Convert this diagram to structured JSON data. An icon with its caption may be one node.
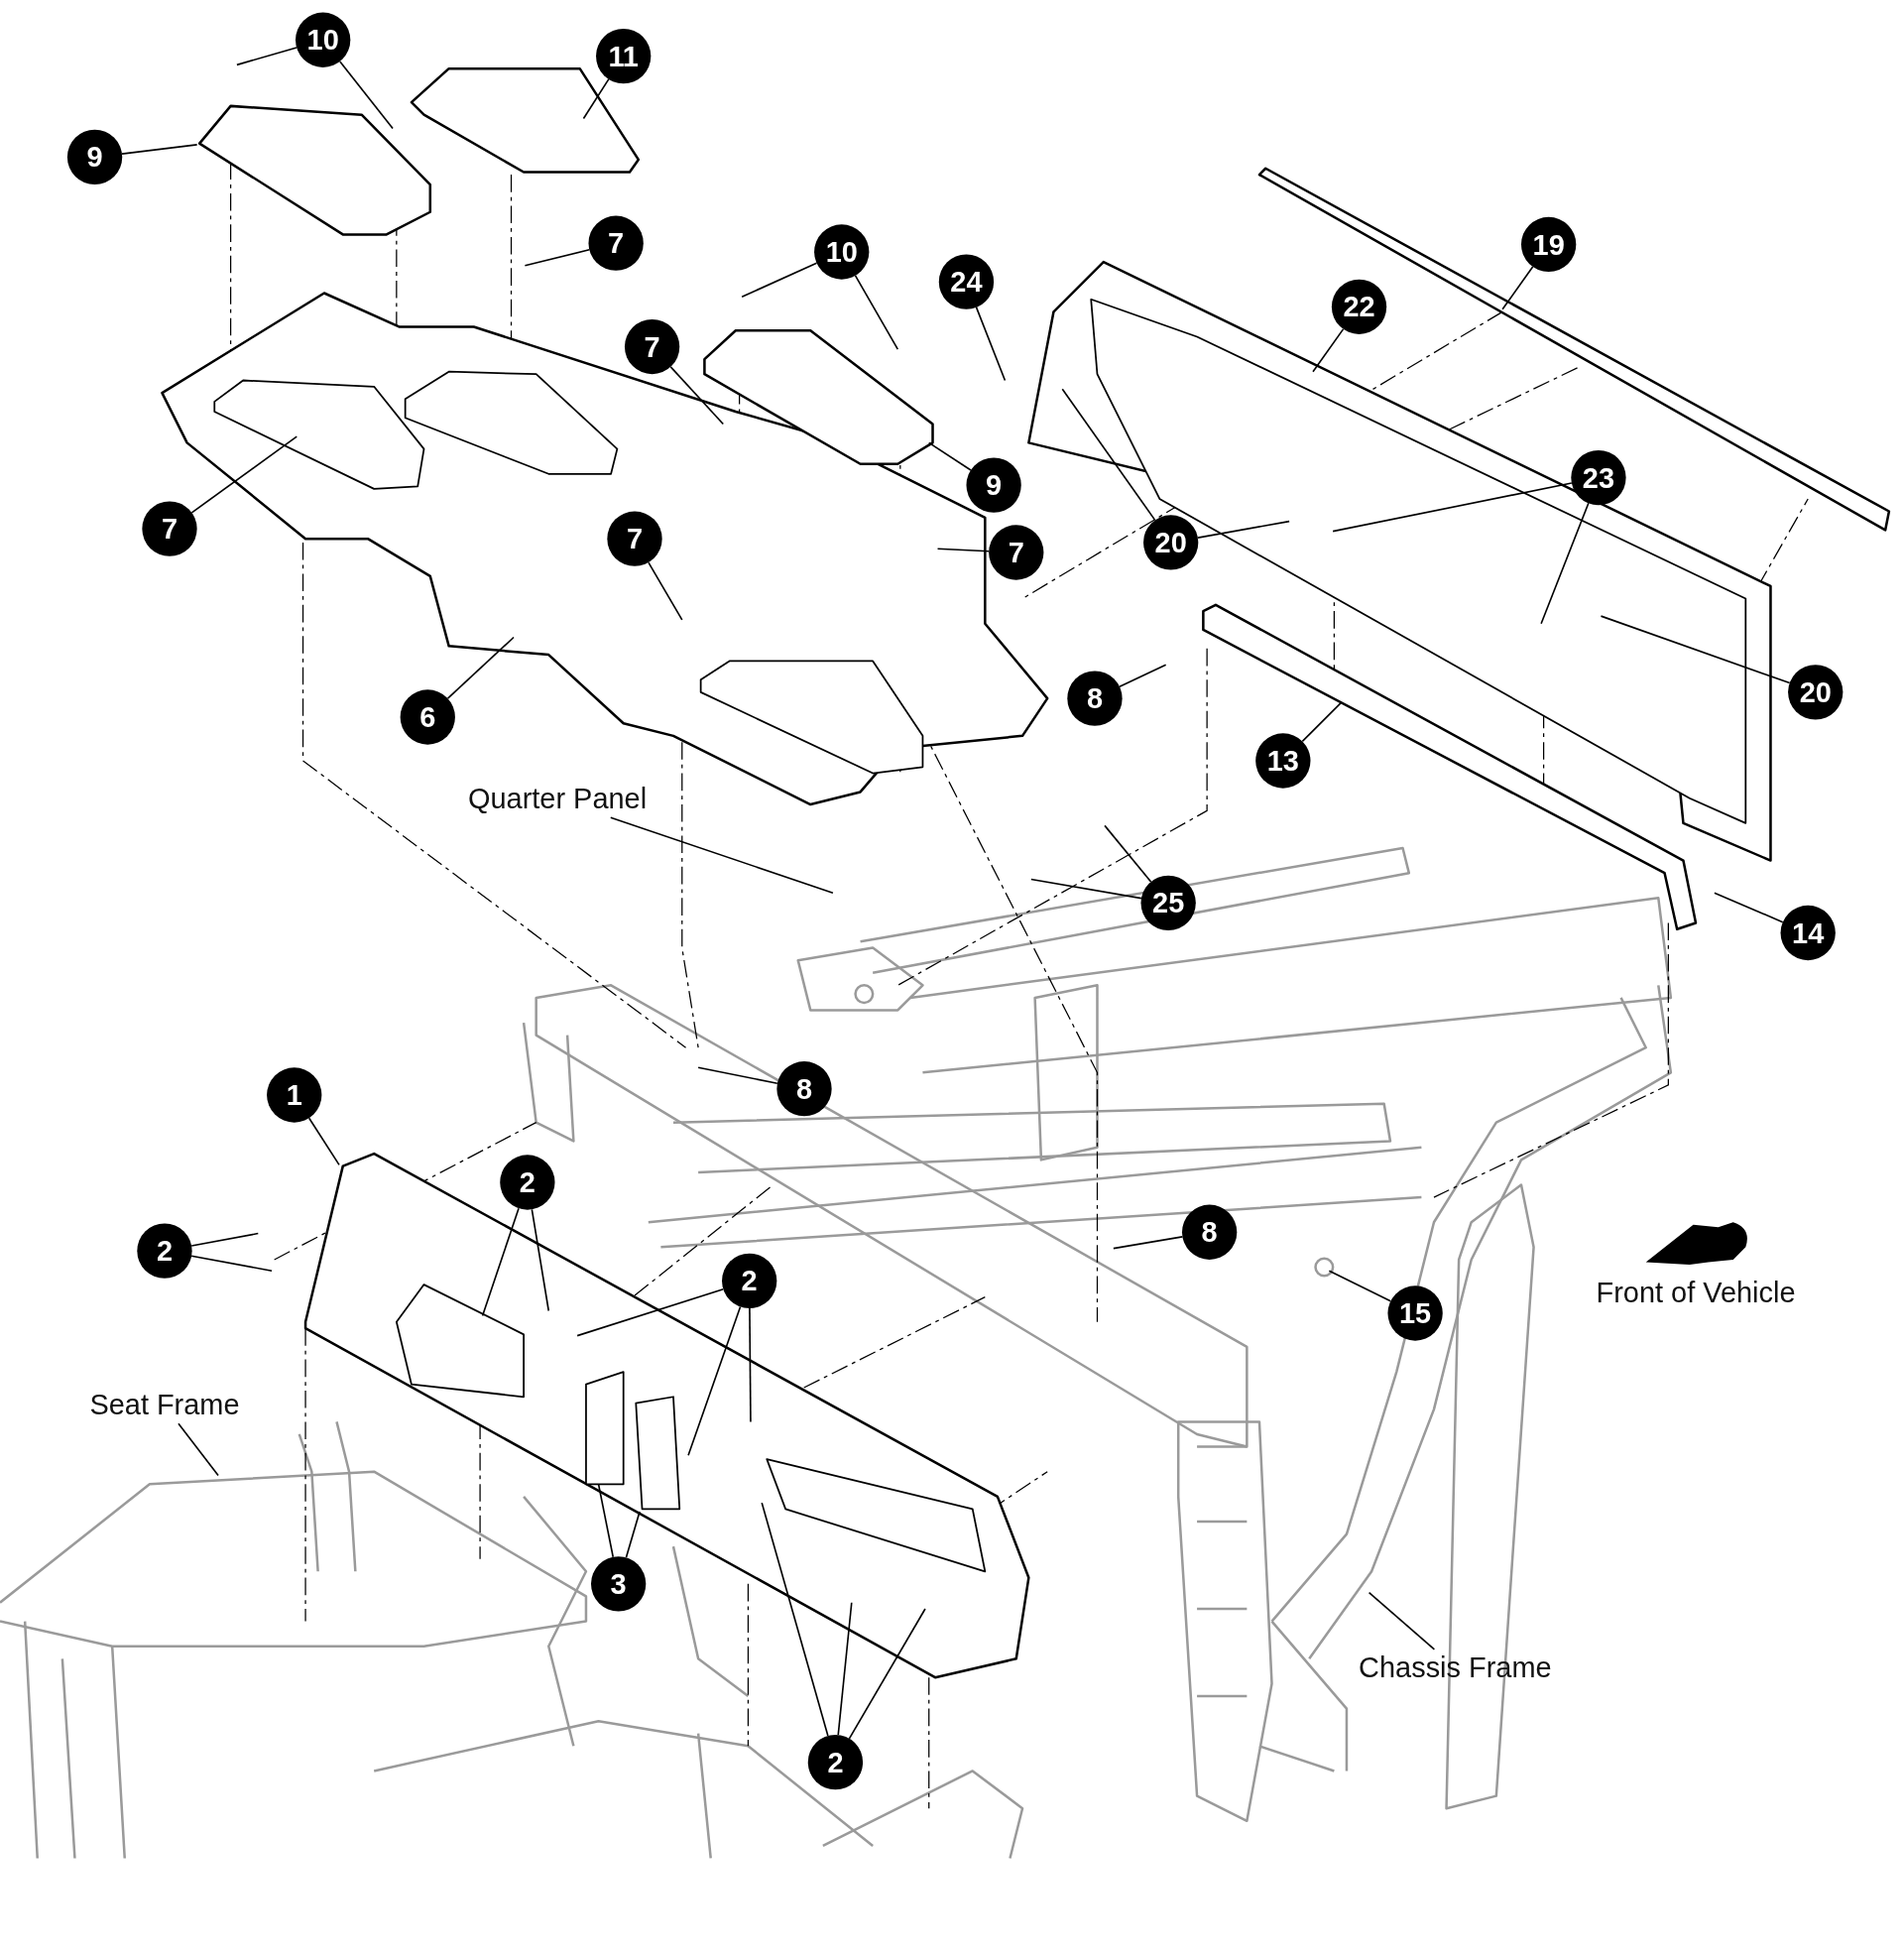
{
  "diagram": {
    "nodes": [
      {
        "text": [
          "10"
        ]
      },
      {
        "text": [
          "11"
        ]
      },
      {
        "text": [
          "9"
        ]
      },
      {
        "text": [
          "7"
        ]
      },
      {
        "text": [
          "10"
        ]
      },
      {
        "text": [
          "24"
        ]
      },
      {
        "text": [
          "19"
        ]
      },
      {
        "text": [
          "22"
        ]
      },
      {
        "text": [
          "7"
        ]
      },
      {
        "text": [
          "9"
        ]
      },
      {
        "text": [
          "7"
        ]
      },
      {
        "text": [
          "20"
        ]
      },
      {
        "text": [
          "23"
        ]
      },
      {
        "text": [
          "7"
        ]
      },
      {
        "text": [
          "7"
        ]
      },
      {
        "text": [
          "20"
        ]
      },
      {
        "text": [
          "8"
        ]
      },
      {
        "text": [
          "6"
        ]
      },
      {
        "text": [
          "13"
        ]
      },
      {
        "text": [
          "25"
        ]
      },
      {
        "text": [
          "14"
        ]
      },
      {
        "text": [
          "8"
        ]
      },
      {
        "text": [
          "1"
        ]
      },
      {
        "text": [
          "2"
        ]
      },
      {
        "text": [
          "2"
        ]
      },
      {
        "text": [
          "2"
        ]
      },
      {
        "text": [
          "8"
        ]
      },
      {
        "text": [
          "15"
        ]
      },
      {
        "text": [
          "3"
        ]
      },
      {
        "text": [
          "2"
        ]
      },
      {
        "text": [
          "Quarter Panel"
        ]
      },
      {
        "text": [
          "Seat Frame"
        ]
      },
      {
        "text": [
          "Chassis Frame"
        ]
      }
    ],
    "edges": [
      {
        "from": 0,
        "to": null,
        "arrow": "none"
      },
      {
        "from": 0,
        "to": null,
        "arrow": "none"
      },
      {
        "from": 1,
        "to": null,
        "arrow": "none"
      },
      {
        "from": 2,
        "to": null,
        "arrow": "none"
      },
      {
        "from": 3,
        "to": null,
        "arrow": "none"
      },
      {
        "from": 4,
        "to": null,
        "arrow": "none"
      },
      {
        "from": 4,
        "to": null,
        "arrow": "none"
      },
      {
        "from": 5,
        "to": null,
        "arrow": "none"
      },
      {
        "from": 6,
        "to": null,
        "arrow": "none"
      },
      {
        "from": 7,
        "to": null,
        "arrow": "none"
      },
      {
        "from": 8,
        "to": null,
        "arrow": "none"
      },
      {
        "from": 9,
        "to": null,
        "arrow": "none"
      },
      {
        "from": 10,
        "to": null,
        "arrow": "none"
      },
      {
        "from": 11,
        "to": null,
        "arrow": "none"
      },
      {
        "from": 11,
        "to": null,
        "arrow": "none"
      },
      {
        "from": 12,
        "to": null,
        "arrow": "none"
      },
      {
        "from": 12,
        "to": null,
        "arrow": "none"
      },
      {
        "from": 13,
        "to": null,
        "arrow": "none"
      },
      {
        "from": 14,
        "to": null,
        "arrow": "none"
      },
      {
        "from": 15,
        "to": null,
        "arrow": "none"
      },
      {
        "from": 16,
        "to": null,
        "arrow": "none"
      },
      {
        "from": 17,
        "to": null,
        "arrow": "none"
      },
      {
        "from": 18,
        "to": null,
        "arrow": "none"
      },
      {
        "from": 19,
        "to": null,
        "arrow": "none"
      },
      {
        "from": 19,
        "to": null,
        "arrow": "none"
      },
      {
        "from": 20,
        "to": null,
        "arrow": "none"
      },
      {
        "from": 21,
        "to": null,
        "arrow": "none"
      },
      {
        "from": 22,
        "to": null,
        "arrow": "none"
      },
      {
        "from": 23,
        "to": null,
        "arrow": "none"
      },
      {
        "from": 23,
        "to": null,
        "arrow": "none"
      },
      {
        "from": 24,
        "to": null,
        "arrow": "none"
      },
      {
        "from": 24,
        "to": null,
        "arrow": "none"
      },
      {
        "from": 25,
        "to": null,
        "arrow": "none"
      },
      {
        "from": 25,
        "to": null,
        "arrow": "none"
      },
      {
        "from": 25,
        "to": null,
        "arrow": "none"
      },
      {
        "from": 26,
        "to": null,
        "arrow": "none"
      },
      {
        "from": 27,
        "to": null,
        "arrow": "none"
      },
      {
        "from": 28,
        "to": null,
        "arrow": "none"
      },
      {
        "from": 28,
        "to": null,
        "arrow": "none"
      },
      {
        "from": 29,
        "to": null,
        "arrow": "none"
      },
      {
        "from": 29,
        "to": null,
        "arrow": "none"
      },
      {
        "from": 29,
        "to": null,
        "arrow": "none"
      },
      {
        "from": 30,
        "to": null,
        "arrow": "none"
      },
      {
        "from": 31,
        "to": null,
        "arrow": "none"
      },
      {
        "from": 32,
        "to": null,
        "arrow": "none"
      }
    ],
    "labels": [
      "Front of Vehicle"
    ]
  }
}
